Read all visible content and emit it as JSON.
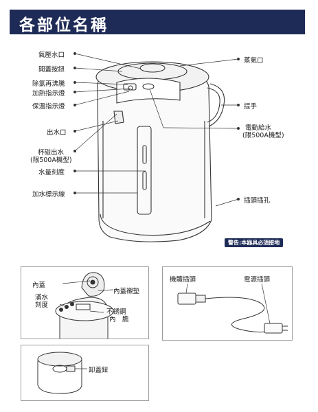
{
  "header": {
    "title": "各部位名稱"
  },
  "main_labels": {
    "pressure_outlet": "氣壓水口",
    "open_button": "開蓋按鈕",
    "rechlorinate": "除氯再沸騰",
    "heat_lamp": "加熱指示燈",
    "keep_warm_lamp": "保溫指示燈",
    "spout": "出水口",
    "cup_touch_1": "杯碰出水",
    "cup_touch_2": "(限500A機型)",
    "water_scale": "水量刻度",
    "fill_line": "加水標示線",
    "steam_outlet": "蒸氣口",
    "handle": "提手",
    "electric_dispense_1": "電動給水",
    "electric_dispense_2": "(限500A機型)",
    "plug_socket": "插頭插孔"
  },
  "warning": "警告:本器具必須接地",
  "inner_panel": {
    "inner_lid": "內蓋",
    "gasket": "內蓋襯墊",
    "full_scale_1": "滿水",
    "full_scale_2": "刻度",
    "stainless_1": "不銹鋼",
    "stainless_2": "內　膽"
  },
  "cord_panel": {
    "appliance_plug": "機體插頭",
    "power_plug": "電源插頭"
  },
  "lid_panel": {
    "remove_lid_button": "卸蓋鈕"
  }
}
